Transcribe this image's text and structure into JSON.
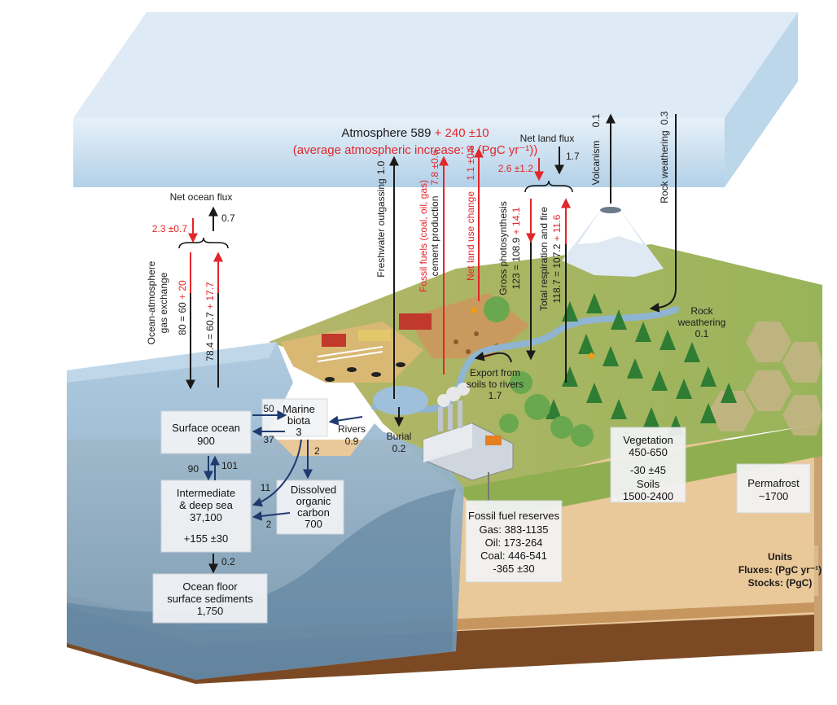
{
  "atmosphere": {
    "title": "Atmosphere 589",
    "title_red": " + 240 ±10",
    "subtitle": "(average atmospheric increase: 4 (PgC yr⁻¹))"
  },
  "fluxes": {
    "net_ocean_flux": "Net ocean flux",
    "ocean_down": "2.3 ±0.7",
    "ocean_up": "0.7",
    "gas_exchange_1": "Ocean-atmosphere",
    "gas_exchange_2": "gas exchange",
    "down_80": "80 = 60",
    "down_80_red": " + 20",
    "up_78": "78.4 = 60.7",
    "up_78_red": " + 17.7",
    "freshwater": "Freshwater outgassing",
    "freshwater_val": "1.0",
    "fossil_fuels_1": "Fossil fuels (coal, oil, gas)",
    "fossil_fuels_2": "cement production",
    "fossil_val": "7.8 ±0.6",
    "land_use": "Net land use change",
    "land_use_val": "1.1 ±0.8",
    "net_land_flux": "Net land flux",
    "land_down": "2.6 ±1.2",
    "land_up": "1.7",
    "gross_photo": "Gross photosynthesis",
    "gross_val": "123 = 108.9",
    "gross_red": " + 14.1",
    "respiration": "Total respiration and fire",
    "resp_val": "118.7 = 107.2",
    "resp_red": " + 11.6",
    "volcanism": "Volcanism",
    "volcanism_val": "0.1",
    "rock_weathering": "Rock weathering",
    "rock_weathering_val": "0.3",
    "rock_label_1": "Rock",
    "rock_label_2": "weathering",
    "rock_label_val": "0.1",
    "export_1": "Export from",
    "export_2": "soils to rivers",
    "export_val": "1.7",
    "rivers": "Rivers",
    "rivers_val": "0.9",
    "burial": "Burial",
    "burial_val": "0.2",
    "surf_to_biota": "50",
    "biota_to_surf": "37",
    "surf_to_deep": "90",
    "deep_to_surf": "101",
    "biota_to_doc": "2",
    "biota_to_deep": "11",
    "doc_to_deep": "2",
    "deep_to_floor": "0.2"
  },
  "stocks": {
    "surface_ocean_1": "Surface ocean",
    "surface_ocean_2": "900",
    "marine_biota_1": "Marine",
    "marine_biota_2": "biota",
    "marine_biota_3": "3",
    "deep_sea_1": "Intermediate",
    "deep_sea_2": "& deep sea",
    "deep_sea_3": "37,100",
    "deep_sea_red": "+155 ±30",
    "doc_1": "Dissolved",
    "doc_2": "organic",
    "doc_3": "carbon",
    "doc_4": "700",
    "floor_1": "Ocean floor",
    "floor_2": "surface sediments",
    "floor_3": "1,750",
    "fossil_title": "Fossil fuel reserves",
    "fossil_gas": "Gas: 383-1135",
    "fossil_oil": "Oil: 173-264",
    "fossil_coal": "Coal: 446-541",
    "fossil_red": "-365 ±30",
    "vegetation_1": "Vegetation",
    "vegetation_2": "450-650",
    "veg_red": "-30 ±45",
    "soils_1": "Soils",
    "soils_2": "1500-2400",
    "permafrost_1": "Permafrost",
    "permafrost_2": "~1700"
  },
  "units": {
    "title": "Units",
    "fluxes": "Fluxes: (PgC yr⁻¹)",
    "stocks": "Stocks: (PgC)"
  },
  "colors": {
    "flux_black": "#1a1a1a",
    "flux_red": "#e3262b",
    "ocean_arrow": "#1f3a6e",
    "ocean": "#8fb3cf",
    "atmosphere": "#c4dcef"
  }
}
